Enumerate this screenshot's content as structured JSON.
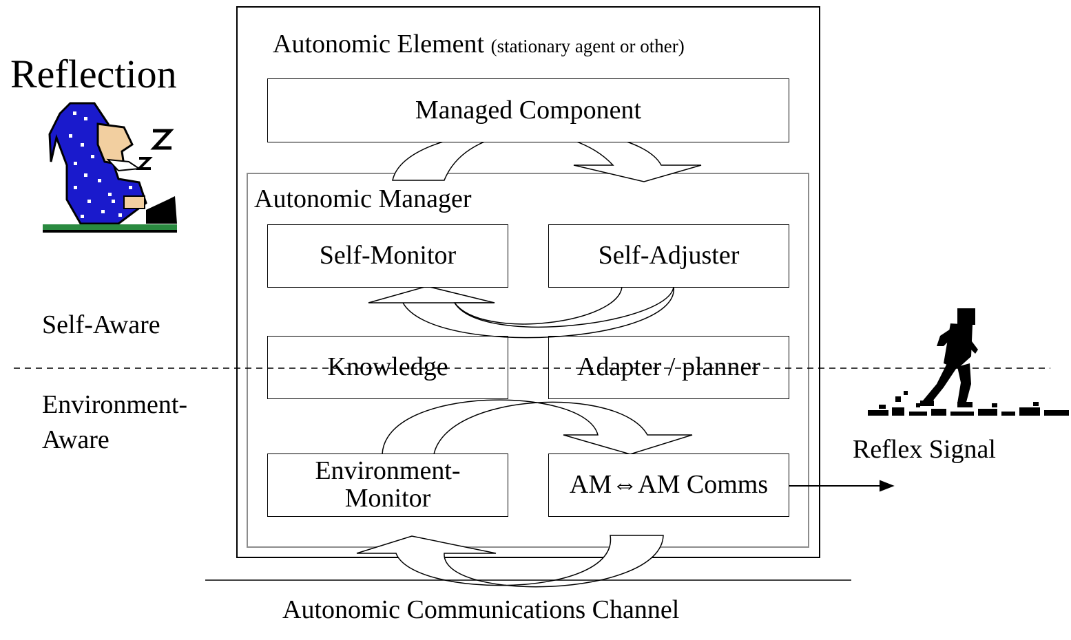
{
  "title": "Reflection",
  "levels": {
    "self_aware": "Self-Aware",
    "environment_aware_line1": "Environment-",
    "environment_aware_line2": "Aware"
  },
  "element": {
    "title": "Autonomic Element",
    "subtitle": "(stationary agent or other)",
    "managed_component": "Managed Component"
  },
  "manager": {
    "title": "Autonomic Manager",
    "self_monitor": "Self-Monitor",
    "self_adjuster": "Self-Adjuster",
    "knowledge": "Knowledge",
    "adapter_planner": "Adapter / planner",
    "environment_monitor_line1": "Environment-",
    "environment_monitor_line2": "Monitor",
    "am_comms": "AM⇔AM Comms"
  },
  "reflex_signal": "Reflex Signal",
  "channel": "Autonomic Communications Channel",
  "icons": [
    "sleeping-wizard-icon",
    "running-man-icon"
  ]
}
